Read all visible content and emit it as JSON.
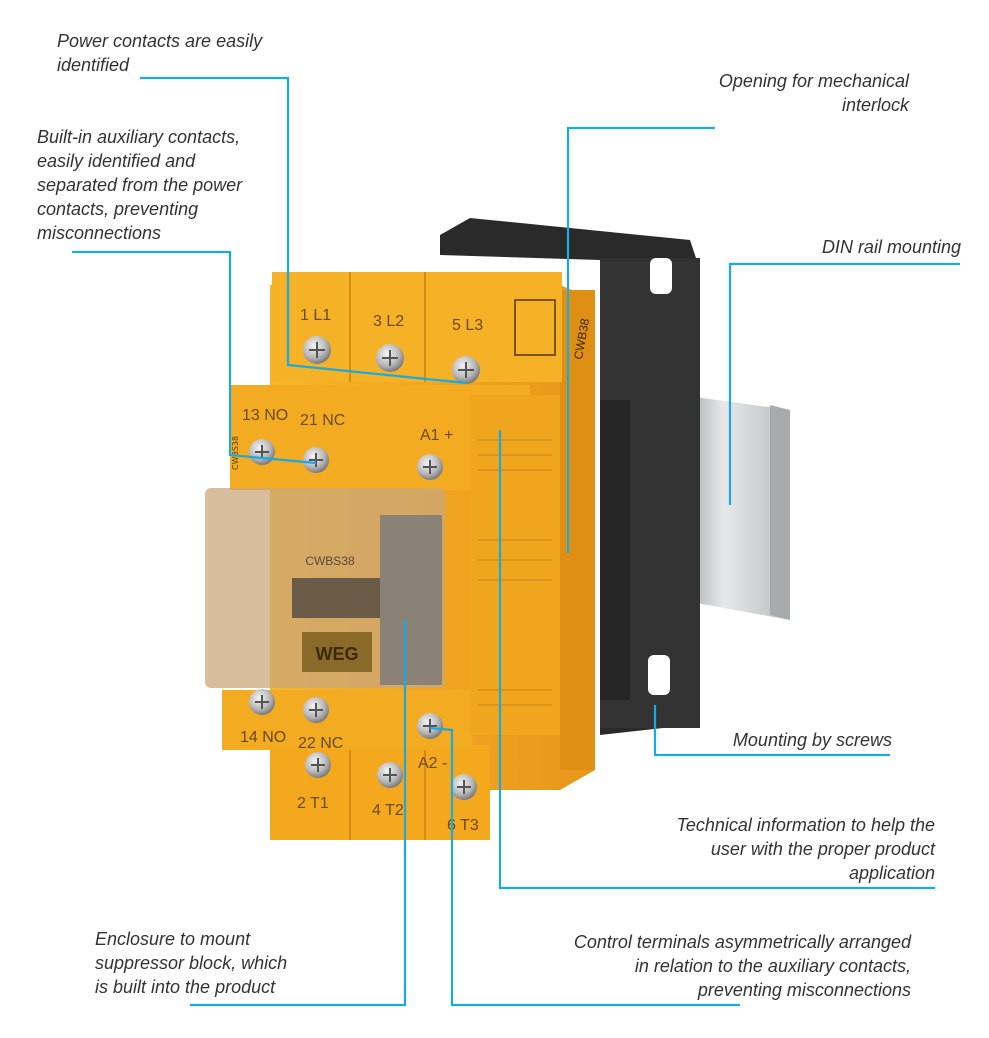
{
  "callouts": {
    "power_contacts": "Power contacts are easily\nidentified",
    "aux_contacts": "Built-in auxiliary contacts,\neasily identified and\nseparated from the power\ncontacts, preventing\nmisconnections",
    "mech_interlock": "Opening for mechanical\ninterlock",
    "din_rail": "DIN rail mounting",
    "screws": "Mounting by screws",
    "tech_info": "Technical information to help the\nuser with the proper product\napplication",
    "enclosure": "Enclosure to mount\nsuppressor block, which\nis built into the product",
    "control_terminals": "Control terminals asymmetrically arranged\nin relation to the auxiliary contacts,\npreventing misconnections"
  },
  "device": {
    "brand": "WEG",
    "model": "CWB38",
    "module_model": "CWBS38",
    "side_label": "CWBS38",
    "terminals_top": [
      "1 L1",
      "3 L2",
      "5 L3"
    ],
    "aux_top": [
      "13 NO",
      "21 NC",
      "A1 +"
    ],
    "aux_bottom": [
      "14 NO",
      "22 NC",
      "A2 -"
    ],
    "terminals_bottom": [
      "2 T1",
      "4 T2",
      "6 T3"
    ]
  },
  "colors": {
    "leader": "#1aa9e0",
    "body": "#f3a81d",
    "body_shadow": "#d98a10",
    "bracket": "#2b2b2b",
    "rail": "#c9cccd",
    "text": "#333333"
  }
}
